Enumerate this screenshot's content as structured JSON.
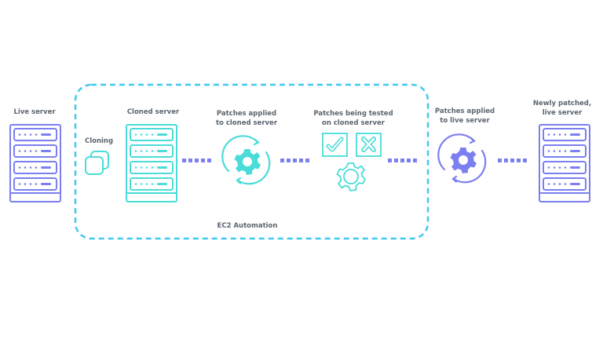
{
  "colors": {
    "purple": "#7b7ff0",
    "teal": "#4adcd8",
    "automation_border": "#3fc9f0",
    "label": "#5b6570"
  },
  "stages": {
    "live_server": {
      "label": "Live server",
      "icon": "server-icon"
    },
    "cloning": {
      "label": "Cloning",
      "icon": "clone-icon"
    },
    "cloned_server": {
      "label": "Cloned server",
      "icon": "server-icon"
    },
    "patches_cloned": {
      "label_line1": "Patches applied",
      "label_line2": "to cloned server",
      "icon": "gear-cycle-icon"
    },
    "patches_testing": {
      "label_line1": "Patches being tested",
      "label_line2": "on cloned server",
      "icon": "test-gear-icon"
    },
    "patches_live": {
      "label_line1": "Patches applied",
      "label_line2": "to live server",
      "icon": "gear-cycle-icon"
    },
    "new_live_server": {
      "label_line1": "Newly patched,",
      "label_line2": "live server",
      "icon": "server-icon"
    }
  },
  "automation_group": {
    "label": "EC2 Automation"
  }
}
